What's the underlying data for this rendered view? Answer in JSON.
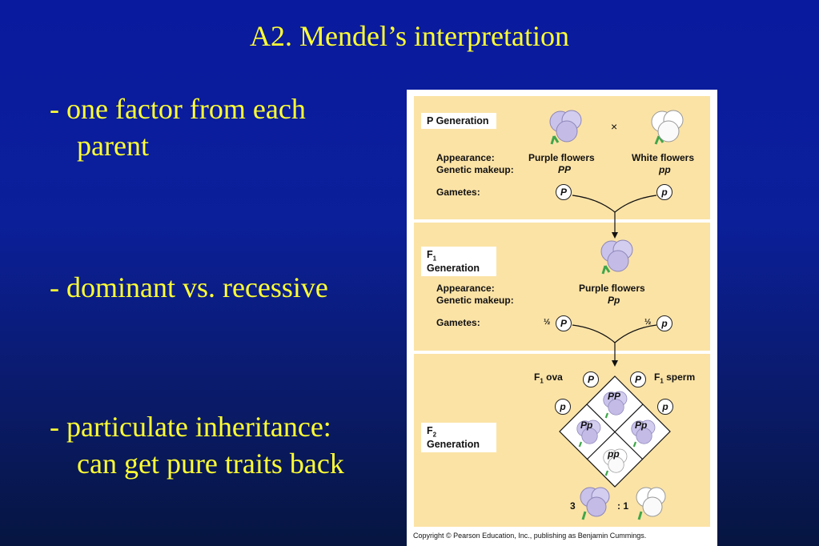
{
  "slide": {
    "title": "A2. Mendel’s interpretation",
    "bullets": [
      {
        "line1": "- one factor from each",
        "line2": "parent"
      },
      {
        "line1": "- dominant vs. recessive",
        "line2": ""
      },
      {
        "line1": "- particulate inheritance:",
        "line2": "can get pure traits back"
      }
    ]
  },
  "figure": {
    "p_generation": {
      "label": "P Generation",
      "cross_symbol": "×",
      "appearance_label": "Appearance:",
      "genetic_label": "Genetic makeup:",
      "gametes_label": "Gametes:",
      "left_appearance": "Purple flowers",
      "left_genotype": "PP",
      "right_appearance": "White flowers",
      "right_genotype": "pp",
      "left_gamete": "P",
      "right_gamete": "p"
    },
    "f1_generation": {
      "label_main": "F",
      "label_sub": "1",
      "label_rest": " Generation",
      "appearance_label": "Appearance:",
      "genetic_label": "Genetic makeup:",
      "gametes_label": "Gametes:",
      "appearance": "Purple flowers",
      "genotype": "Pp",
      "fraction_left": "½",
      "fraction_right": "½",
      "left_gamete": "P",
      "right_gamete": "p"
    },
    "f2_generation": {
      "label_main": "F",
      "label_sub": "2",
      "label_rest": " Generation",
      "ova_main": "F",
      "ova_sub": "1",
      "ova_rest": " ova",
      "sperm_main": "F",
      "sperm_sub": "1",
      "sperm_rest": " sperm",
      "ova_top": "P",
      "ova_bottom": "p",
      "sperm_top": "P",
      "sperm_bottom": "p",
      "cells": {
        "top": "PP",
        "left": "Pp",
        "right": "Pp",
        "bottom": "pp"
      },
      "ratio_left": "3",
      "ratio_right": ": 1"
    },
    "copyright": "Copyright © Pearson Education, Inc., publishing as Benjamin Cummings.",
    "colors": {
      "panel": "#fbe3a6",
      "purple_flower": "#c9c2ea",
      "white_flower": "#ffffff",
      "leaf": "#3fa64a"
    }
  }
}
